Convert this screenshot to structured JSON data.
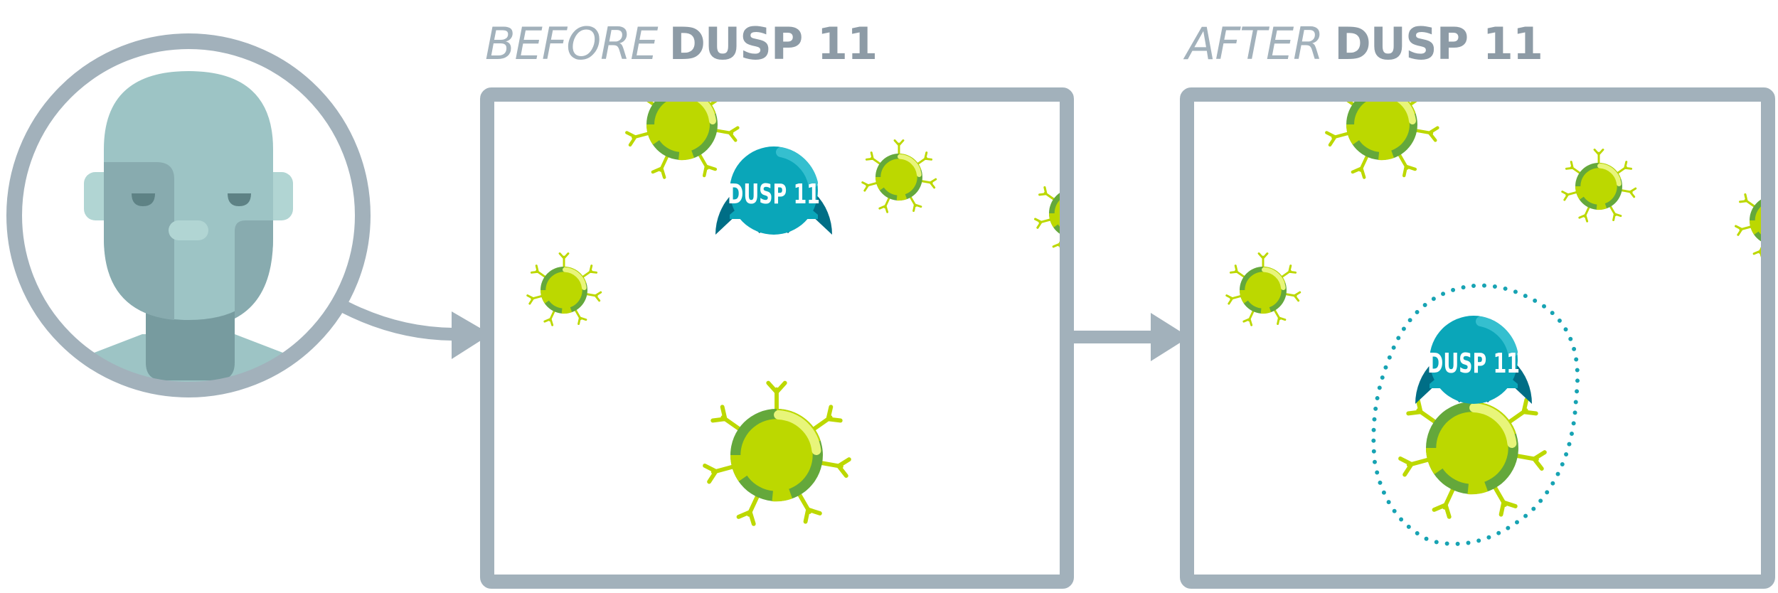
{
  "colors": {
    "frame": "#a2b1bb",
    "heading": "#8d9ba6",
    "skin_light": "#9dc4c5",
    "skin_shadow": "#88abaf",
    "skin_ears": "#b1d5d3",
    "skin_dark": "#779b9f",
    "cell_light": "#bcd800",
    "cell_dark": "#64a83b",
    "cell_highlight": "#e8f57a",
    "enzyme_dark": "#006e86",
    "enzyme_light": "#0aa6b9",
    "dots": "#17a3b3",
    "text_on_enzyme": "#ffffff"
  },
  "panels": {
    "before": {
      "heading_light": "BEFORE",
      "heading_bold": "DUSP 11"
    },
    "after": {
      "heading_light": "AFTER",
      "heading_bold": "DUSP 11"
    }
  },
  "enzyme_label": "DUSP 11",
  "icons": {
    "patient": "sad-face-icon",
    "cell": "virus-cell-icon",
    "enzyme": "dusp11-enzyme-icon",
    "arrow": "arrow-right-icon"
  }
}
